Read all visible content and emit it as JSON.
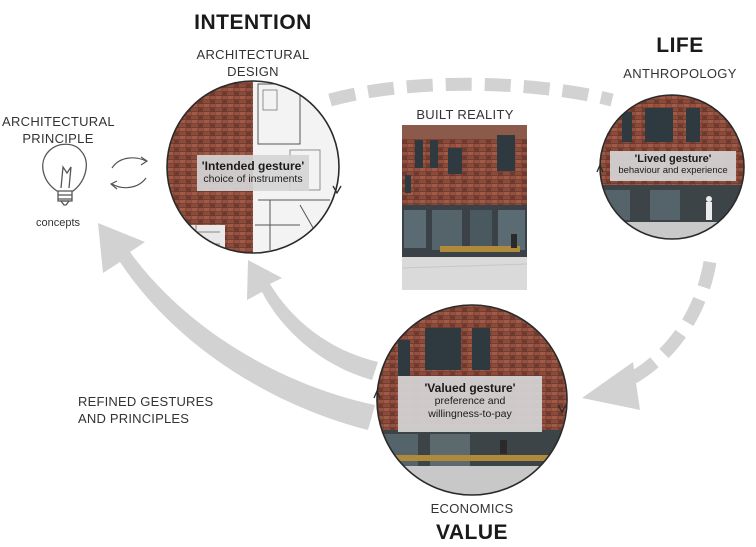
{
  "intention": {
    "title": "INTENTION",
    "subtitle_line1": "ARCHITECTURAL",
    "subtitle_line2": "DESIGN"
  },
  "life": {
    "title": "LIFE",
    "subtitle": "ANTHROPOLOGY"
  },
  "value": {
    "title": "VALUE",
    "subtitle": "ECONOMICS"
  },
  "principle": {
    "line1": "ARCHITECTURAL",
    "line2": "PRINCIPLE",
    "caption": "concepts"
  },
  "built_reality": {
    "label": "BUILT REALITY"
  },
  "refined": {
    "line1": "REFINED GESTURES",
    "line2": "AND PRINCIPLES"
  },
  "gestures": {
    "intended": {
      "title": "'Intended gesture'",
      "desc": "choice of instruments"
    },
    "lived": {
      "title": "'Lived gesture'",
      "desc": "behaviour and experience"
    },
    "valued": {
      "title": "'Valued gesture'",
      "desc_line1": "preference and",
      "desc_line2": "willingness-to-pay"
    }
  },
  "colors": {
    "arrow": "#d2d2d2",
    "brick": "#8a4b3b",
    "outline": "#2a2a2a"
  }
}
